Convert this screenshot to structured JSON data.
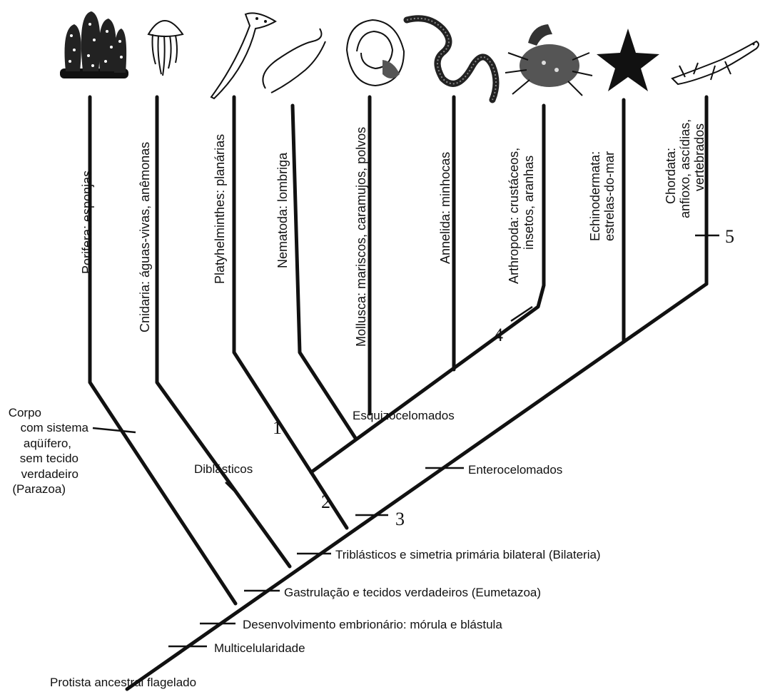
{
  "taxa": [
    {
      "name": "porifera",
      "lines": [
        "Porifera: esponjas"
      ]
    },
    {
      "name": "cnidaria",
      "lines": [
        "Cnidaria: águas-vivas, anêmonas"
      ]
    },
    {
      "name": "platyhelminthes",
      "lines": [
        "Platyhelminthes: planárias"
      ]
    },
    {
      "name": "nematoda",
      "lines": [
        "Nematoda: lombriga"
      ]
    },
    {
      "name": "mollusca",
      "lines": [
        "Mollusca: mariscos, caramujos, polvos"
      ]
    },
    {
      "name": "annelida",
      "lines": [
        "Annelida: minhocas"
      ]
    },
    {
      "name": "arthropoda",
      "lines": [
        "Arthropoda: crustáceos,",
        "insetos, aranhas"
      ]
    },
    {
      "name": "echinodermata",
      "lines": [
        "Echinodermata:",
        "estrelas-do-mar"
      ]
    },
    {
      "name": "chordata",
      "lines": [
        "Chordata:",
        "anfioxo, ascídias,",
        "vertebrados"
      ]
    }
  ],
  "characters": {
    "multicelularidade": "Multicelularidade",
    "desenvolvimento": "Desenvolvimento embrionário: mórula e blástula",
    "gastrulacao": "Gastrulação e tecidos verdadeiros (Eumetazoa)",
    "triblasticos": "Triblásticos e simetria primária bilateral (Bilateria)",
    "diblasticos": "Diblásticos",
    "enterocelomados": "Enterocelomados",
    "esquizocelomados": "Esquizocelomados",
    "parazoa": [
      "Corpo",
      "com sistema",
      "aqüífero,",
      "sem tecido",
      "verdadeiro",
      "(Parazoa)"
    ]
  },
  "markers": [
    "1",
    "2",
    "3",
    "4",
    "5"
  ],
  "root_label": "Protista ancestral flagelado",
  "illustrations": [
    "sponge-icon",
    "jellyfish-icon",
    "flatworm-icon",
    "roundworm-icon",
    "snail-icon",
    "earthworm-icon",
    "crab-icon",
    "starfish-icon",
    "salamander-icon"
  ]
}
